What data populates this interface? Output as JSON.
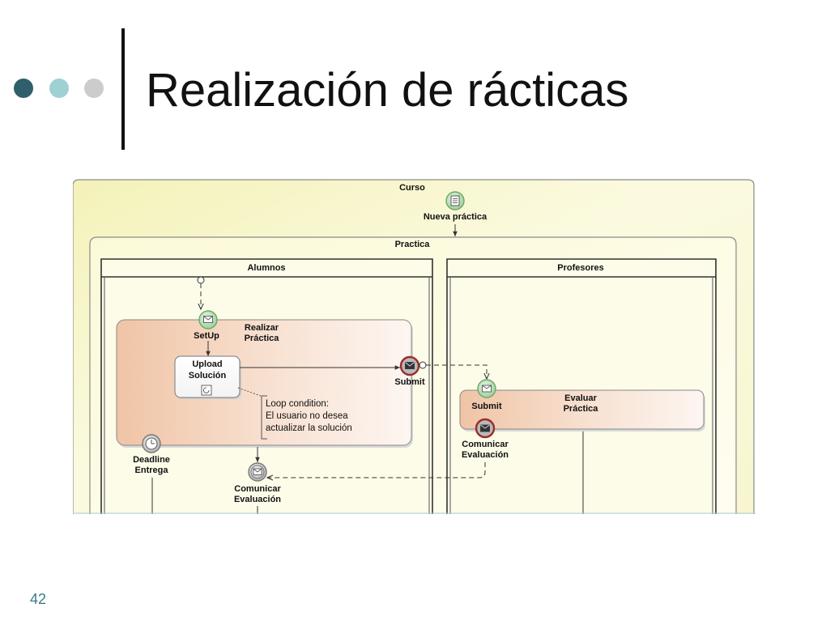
{
  "slide": {
    "title": "Realización de rácticas",
    "page_number": "42",
    "bullet_colors": [
      "#2f5f6b",
      "#9fd0d4",
      "#cccccc"
    ]
  },
  "diagram": {
    "pool": "Curso",
    "start_event": "Nueva práctica",
    "subprocess": "Practica",
    "lanes": [
      "Alumnos",
      "Profesores"
    ],
    "realizar": "Realizar\nPráctica",
    "setup": "SetUp",
    "upload": "Upload\nSolución",
    "submit_end": "Submit",
    "loop_condition": "Loop condition:\nEl usuario no desea\nactualizar la solución",
    "deadline": "Deadline\nEntrega",
    "comunicar_alumnos": "Comunicar\nEvaluación",
    "submit_start": "Submit",
    "evaluar": "Evaluar\nPráctica",
    "comunicar_profesores": "Comunicar\nEvaluación"
  }
}
